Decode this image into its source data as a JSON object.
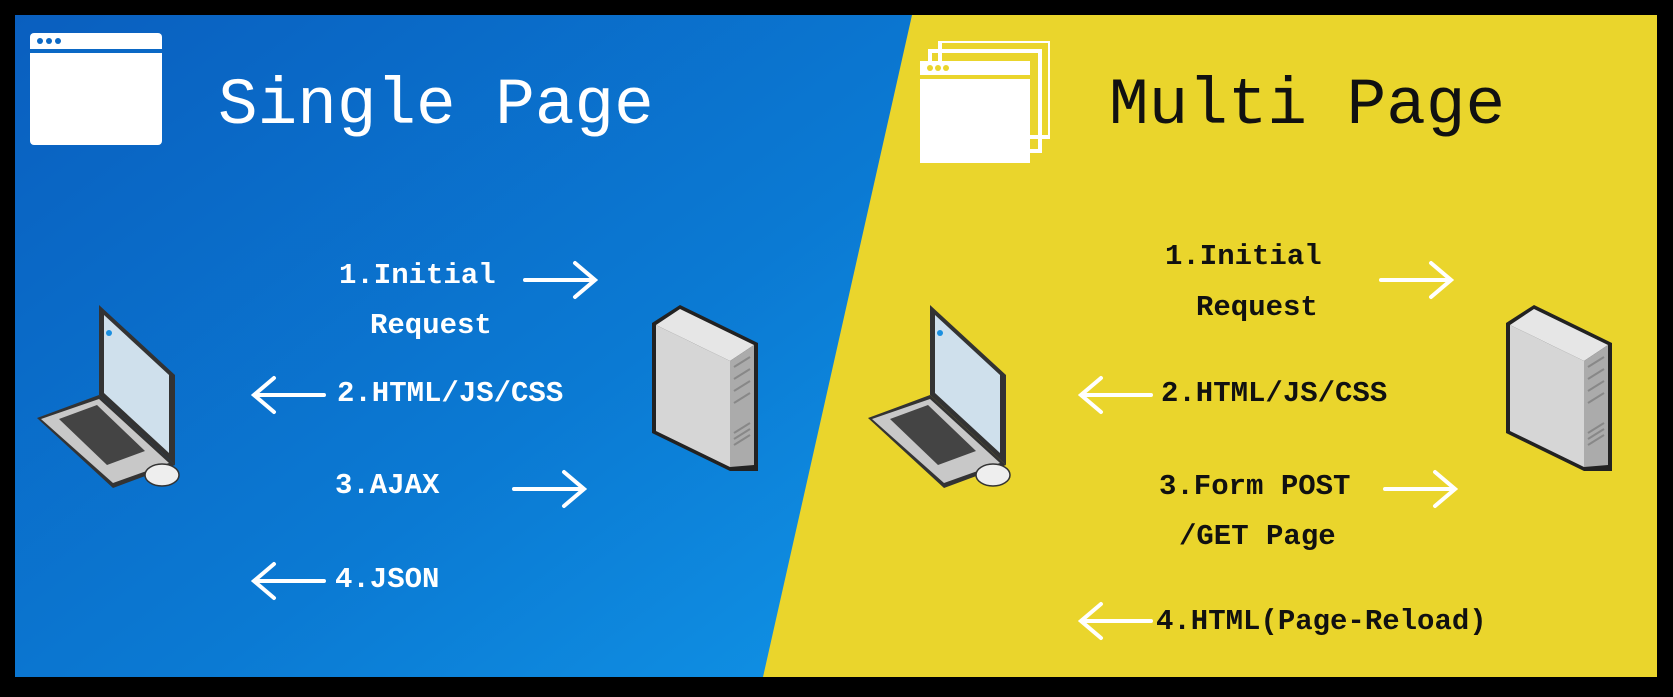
{
  "colors": {
    "left_bg": "#0b72cc",
    "right_bg": "#ead52c",
    "border": "#000000"
  },
  "single": {
    "title": "Single Page",
    "steps": [
      {
        "line1": "1.Initial",
        "line2": "Request",
        "direction": "right"
      },
      {
        "line1": "2.HTML/JS/CSS",
        "direction": "left"
      },
      {
        "line1": "3.AJAX",
        "direction": "right"
      },
      {
        "line1": "4.JSON",
        "direction": "left"
      }
    ]
  },
  "multi": {
    "title": "Multi Page",
    "steps": [
      {
        "line1": "1.Initial",
        "line2": "Request",
        "direction": "right"
      },
      {
        "line1": "2.HTML/JS/CSS",
        "direction": "left"
      },
      {
        "line1": "3.Form POST",
        "line2": "/GET Page",
        "direction": "right"
      },
      {
        "line1": "4.HTML(Page-Reload)",
        "direction": "left"
      }
    ]
  },
  "icons": [
    "browser-window-icon",
    "stacked-browser-windows-icon",
    "laptop-icon",
    "server-icon",
    "arrow-right-icon",
    "arrow-left-icon"
  ]
}
